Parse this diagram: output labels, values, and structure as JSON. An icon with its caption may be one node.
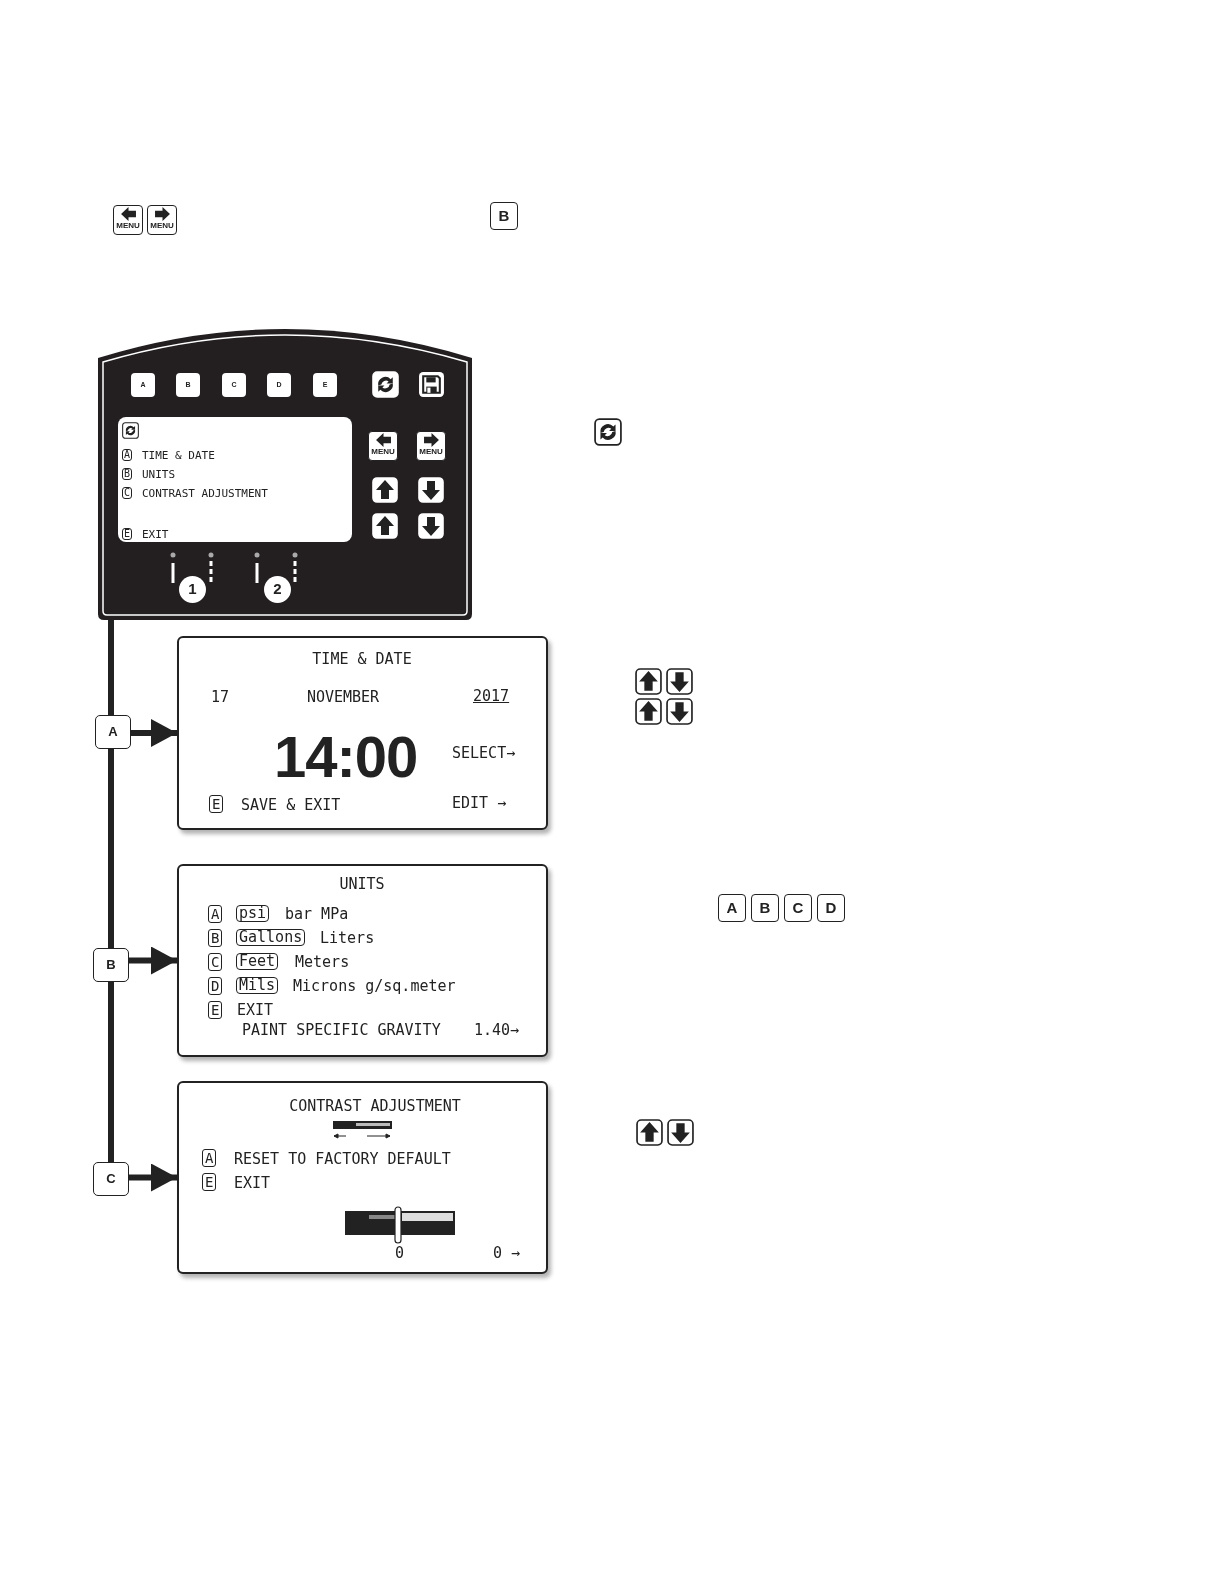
{
  "diagram": {
    "nodes": [
      {
        "text": [],
        "shape": "box"
      },
      {
        "text": [
          "A",
          "TIME & DATE",
          "B",
          "UNITS",
          "C",
          "CONTRAST ADJUSTMENT",
          "E",
          "EXIT"
        ],
        "in": 0
      },
      {
        "text": [
          "A"
        ]
      },
      {
        "text": [
          "TIME & DATE",
          "17",
          "NOVEMBER",
          "2017",
          "14:00",
          "SELECT→",
          "E",
          "SAVE & EXIT",
          "EDIT →"
        ]
      },
      {
        "text": [
          "B"
        ]
      },
      {
        "text": [
          "UNITS",
          "A",
          "psi",
          "bar MPa",
          "B",
          "Gallons",
          "Liters",
          "C",
          "Feet",
          "Meters",
          "D",
          "Mils",
          "Microns g/sq.meter",
          "E",
          "EXIT",
          "PAINT SPECIFIC GRAVITY",
          "1.40→"
        ]
      },
      {
        "text": [
          "C"
        ]
      },
      {
        "text": [
          "CONTRAST ADJUSTMENT",
          "A",
          "RESET TO FACTORY DEFAULT",
          "E",
          "EXIT",
          "0",
          "0 →"
        ]
      }
    ],
    "edges": [
      {
        "from": 0,
        "to": 2,
        "arrow": "none"
      },
      {
        "from": 2,
        "to": 4,
        "arrow": "none"
      },
      {
        "from": 4,
        "to": 6,
        "arrow": "none"
      },
      {
        "from": 2,
        "to": 3,
        "arrow": "to"
      },
      {
        "from": 4,
        "to": 5,
        "arrow": "to"
      },
      {
        "from": 6,
        "to": 7,
        "arrow": "to"
      }
    ],
    "labels": [
      "MENU",
      "MENU",
      "B",
      "A",
      "B",
      "C",
      "D",
      "E",
      "MENU",
      "MENU",
      "1",
      "2",
      "A",
      "B",
      "C",
      "D"
    ]
  }
}
